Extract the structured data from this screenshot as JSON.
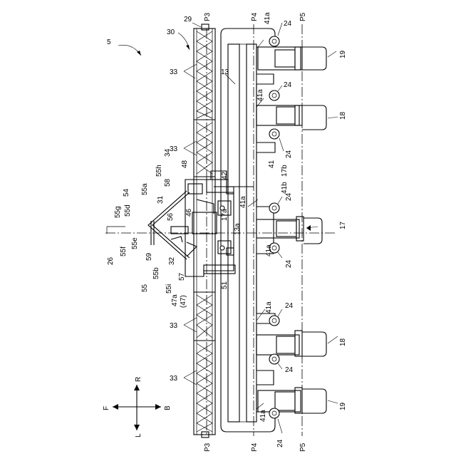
{
  "figure_labels": {
    "l5": "5",
    "l29": "29",
    "l30": "30",
    "l13": "13",
    "l13a": "13a",
    "l17": "17",
    "l17a": "17a",
    "l17b": "17b",
    "l18a": "18",
    "l18b": "18",
    "l19a": "19",
    "l19b": "19",
    "l24a": "24",
    "l24b": "24",
    "l24c": "24",
    "l24d": "24",
    "l24e": "24",
    "l24f": "24",
    "l24g": "24",
    "l24h": "24",
    "l26": "26",
    "l31": "31",
    "l32": "32",
    "l33a": "33",
    "l33b": "33",
    "l33c": "33",
    "l33d": "33",
    "l34": "34",
    "l41": "41",
    "l41a1": "41a",
    "l41a2": "41a",
    "l41a3": "41a",
    "l41a4": "41a",
    "l41a5": "41a",
    "l41a6": "41a",
    "l41b": "41b",
    "l42": "42",
    "l46": "46",
    "l47": "(47)",
    "l47a": "47a",
    "l48": "48",
    "l51": "51",
    "l54": "54",
    "l55": "55",
    "l55a": "55a",
    "l55b": "55b",
    "l55d": "55d",
    "l55e": "55e",
    "l55f": "55f",
    "l55g": "55g",
    "l55h": "55h",
    "l55i": "55i",
    "l56": "56",
    "l57": "57",
    "l58": "58",
    "l59": "59",
    "p3t": "P3",
    "p3b": "P3",
    "p4t": "P4",
    "p4b": "P4",
    "p5t": "P5",
    "p5b": "P5"
  },
  "compass": {
    "front": "F",
    "back": "B",
    "right": "R",
    "left": "L"
  },
  "icons": {
    "compass": "direction-arrows-icon"
  }
}
